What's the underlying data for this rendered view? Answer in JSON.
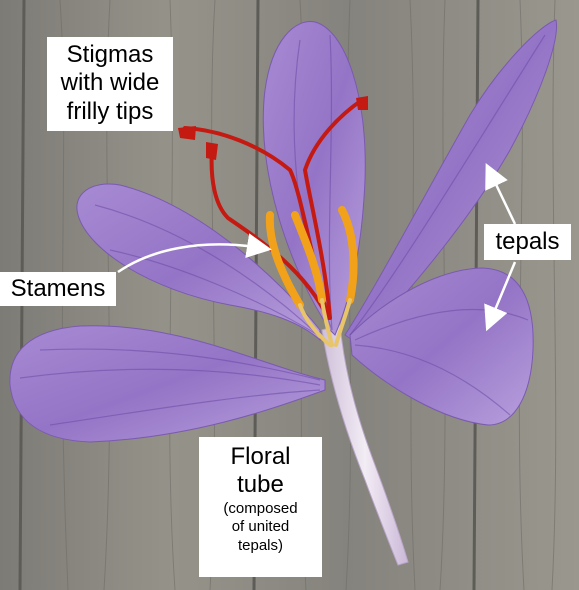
{
  "labels": {
    "stigmas": [
      "Stigmas",
      "with wide",
      "frilly tips"
    ],
    "stamens": "Stamens",
    "tepals": "tepals",
    "floral_tube": [
      "Floral",
      "tube"
    ],
    "floral_tube_note": [
      "(composed",
      "of united",
      "tepals)"
    ]
  },
  "colors": {
    "wood": "#8a8882",
    "tepal": "#9a7cc8",
    "tepal_vein": "#6c4aa6",
    "stigma": "#c41a12",
    "stamen": "#f2a21a",
    "tube": "#e6dcec",
    "label_bg": "#ffffff",
    "arrow": "#ffffff"
  }
}
